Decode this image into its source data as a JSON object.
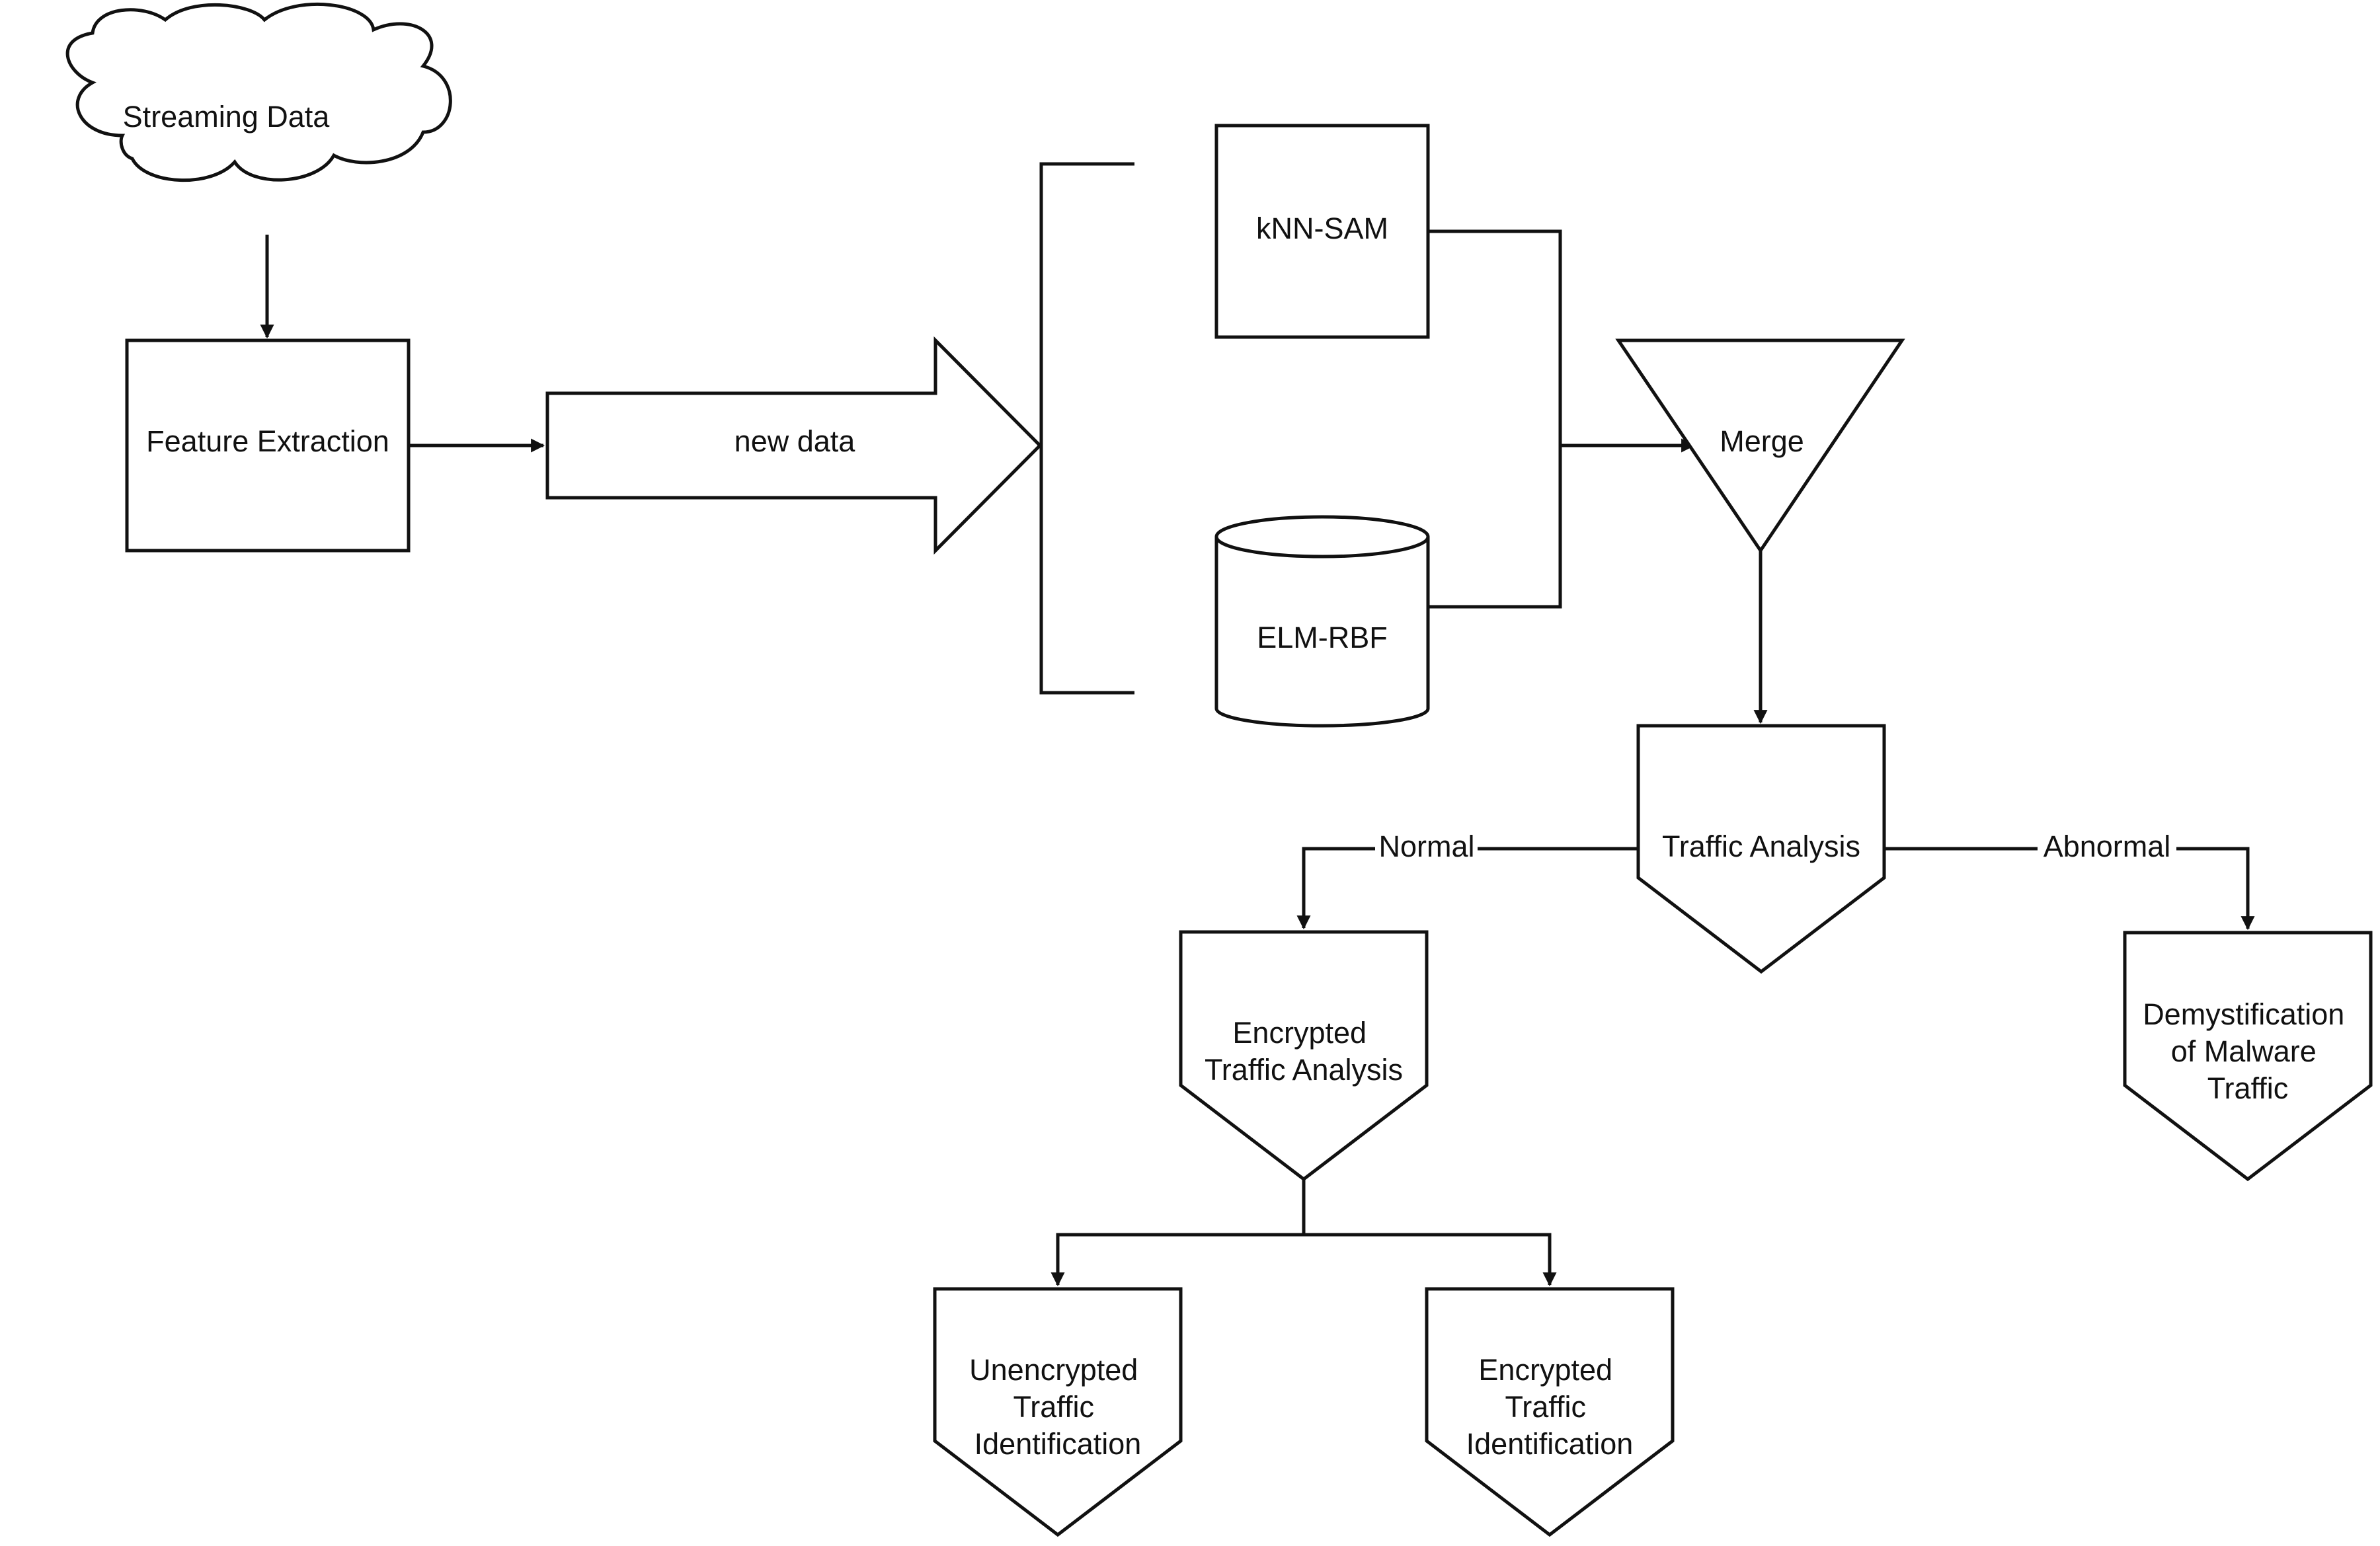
{
  "nodes": {
    "streaming_data": "Streaming Data",
    "feature_extraction": "Feature Extraction",
    "new_data": "new data",
    "knn_sam": "kNN-SAM",
    "elm_rbf": "ELM-RBF",
    "merge": "Merge",
    "traffic_analysis": "Traffic Analysis",
    "encrypted_traffic_analysis": [
      "Encrypted",
      "Traffic Analysis"
    ],
    "demystification": [
      "Demystification",
      "of Malware",
      "Traffic"
    ],
    "unencrypted_identification": [
      "Unencrypted",
      "Traffic",
      "Identification"
    ],
    "encrypted_identification": [
      "Encrypted",
      "Traffic",
      "Identification"
    ]
  },
  "edges": {
    "normal_label": "Normal",
    "abnormal_label": "Abnormal"
  }
}
